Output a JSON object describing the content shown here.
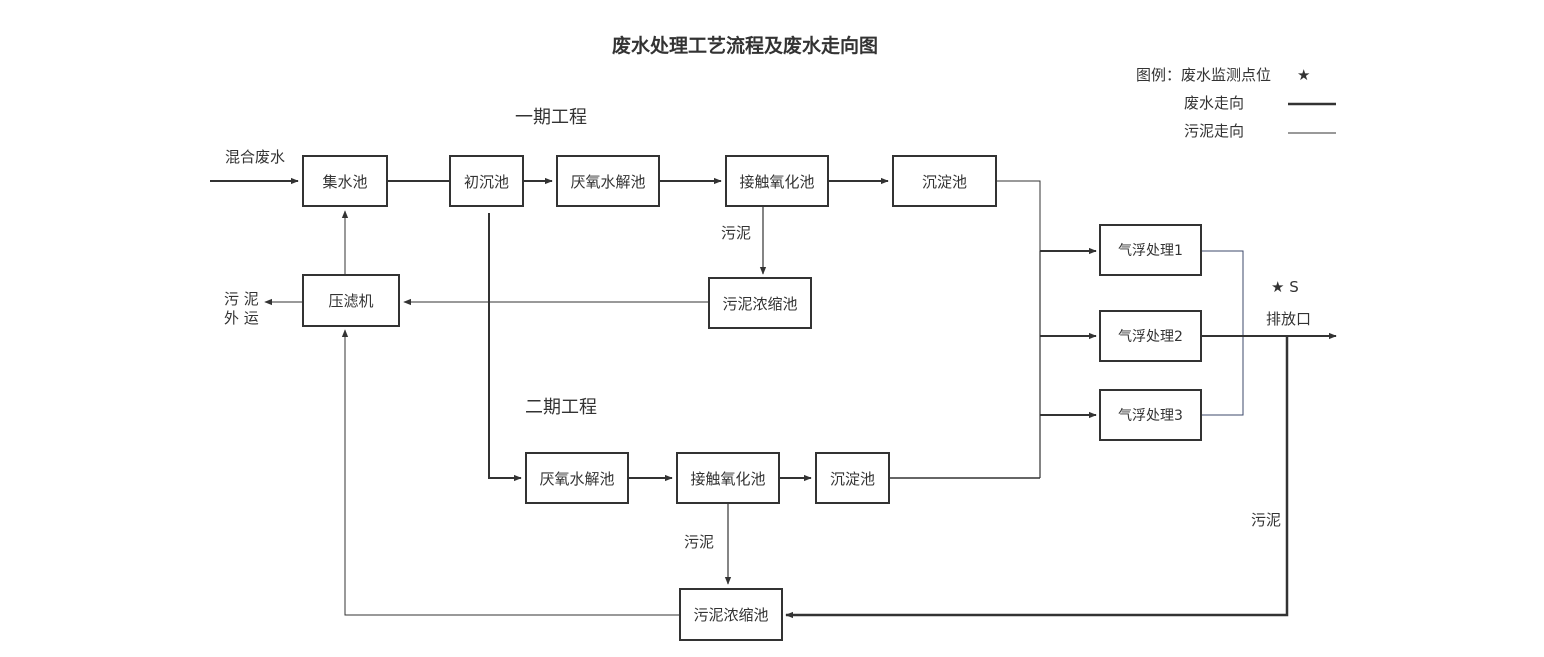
{
  "title": "废水处理工艺流程及废水走向图",
  "legend": {
    "prefix": "图例：",
    "monitoring_label": "废水监测点位",
    "monitoring_symbol": "★",
    "wastewater_label": "废水走向",
    "sludge_label": "污泥走向"
  },
  "phases": {
    "phase1": "一期工程",
    "phase2": "二期工程"
  },
  "inputs": {
    "mixed_wastewater": "混合废水"
  },
  "nodes": {
    "collection_tank": "集水池",
    "primary_settling": "初沉池",
    "p1_anaerobic": "厌氧水解池",
    "p1_contact_oxidation": "接触氧化池",
    "p1_sedimentation": "沉淀池",
    "p1_sludge_thickener": "污泥浓缩池",
    "filter_press": "压滤机",
    "p2_anaerobic": "厌氧水解池",
    "p2_contact_oxidation": "接触氧化池",
    "p2_sedimentation": "沉淀池",
    "p2_sludge_thickener": "污泥浓缩池",
    "flotation_1": "气浮处理1",
    "flotation_2": "气浮处理2",
    "flotation_3": "气浮处理3"
  },
  "edge_labels": {
    "sludge_1": "污泥",
    "sludge_2": "污泥",
    "sludge_3": "污泥",
    "sludge_out_line1": "污 泥",
    "sludge_out_line2": "外 运"
  },
  "outfall": {
    "label": "排放口",
    "monitoring_mark": "★ S"
  },
  "colors": {
    "line": "#333333",
    "flotation_link": "#3d4a6b",
    "text": "#333333"
  }
}
